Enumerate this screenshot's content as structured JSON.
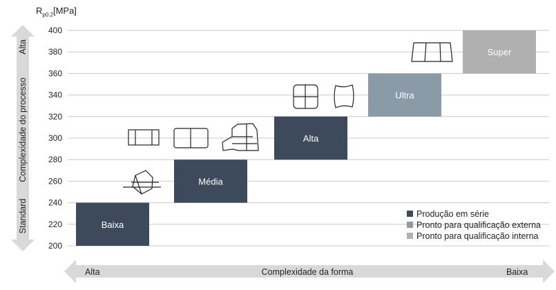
{
  "chart_data": {
    "type": "bar",
    "y_unit_main": "R",
    "y_unit_sub": "p0.2",
    "y_unit_suffix": "[MPa]",
    "ylim": [
      200,
      400
    ],
    "yticks": [
      200,
      220,
      240,
      260,
      280,
      300,
      320,
      340,
      360,
      380,
      400
    ],
    "grid": true,
    "boxes": [
      {
        "label": "Baixa",
        "slot": 0,
        "y_range": [
          200,
          240
        ],
        "series": "Produção em série"
      },
      {
        "label": "Média",
        "slot": 1,
        "y_range": [
          240,
          280
        ],
        "series": "Produção em série"
      },
      {
        "label": "Alta",
        "slot": 2,
        "y_range": [
          280,
          320
        ],
        "series": "Produção em série"
      },
      {
        "label": "Ultra",
        "slot": 3,
        "y_range": [
          320,
          360
        ],
        "series": "Pronto para qualificação externa"
      },
      {
        "label": "Super",
        "slot": 4,
        "y_range": [
          360,
          400
        ],
        "series": "Pronto para qualificação interna"
      }
    ],
    "legend": [
      {
        "name": "Produção em série",
        "color": "#3d4a5c"
      },
      {
        "name": "Pronto para qualificação externa",
        "color": "#8a9aa6"
      },
      {
        "name": "Pronto para qualificação interna",
        "color": "#b0b0b0"
      }
    ],
    "legend_position": "bottom-right",
    "y_axis_label": "Complexidade do processo",
    "y_axis_low": "Standard",
    "y_axis_high": "Alta",
    "x_axis_label": "Complexidade da forma",
    "x_axis_left": "Alta",
    "x_axis_right": "Baixa"
  }
}
